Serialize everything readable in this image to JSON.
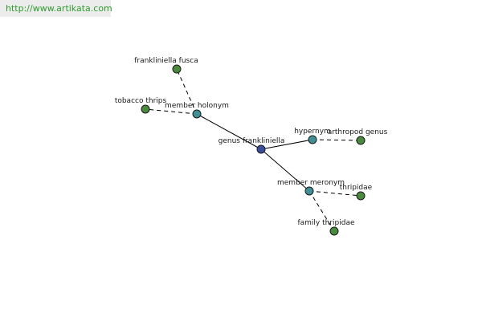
{
  "source_url": "http://www.artikata.com",
  "colors": {
    "center_node": "#3b4d9e",
    "relation_node": "#3f8f95",
    "term_node": "#4a8a3e",
    "banner_text": "#2e9a2e"
  },
  "graph": {
    "nodes": [
      {
        "id": "genus-frankliniella",
        "label": "genus frankliniella",
        "kind": "center"
      },
      {
        "id": "member-holonym",
        "label": "member holonym",
        "kind": "relation"
      },
      {
        "id": "hypernym",
        "label": "hypernym",
        "kind": "relation"
      },
      {
        "id": "member-meronym",
        "label": "member meronym",
        "kind": "relation"
      },
      {
        "id": "frankliniella-fusca",
        "label": "frankliniella fusca",
        "kind": "term"
      },
      {
        "id": "tobacco-thrips",
        "label": "tobacco thrips",
        "kind": "term"
      },
      {
        "id": "arthropod-genus",
        "label": "arthropod genus",
        "kind": "term"
      },
      {
        "id": "thripidae",
        "label": "thripidae",
        "kind": "term"
      },
      {
        "id": "family-thripidae",
        "label": "family thripidae",
        "kind": "term"
      }
    ],
    "edges": [
      {
        "from": "genus-frankliniella",
        "to": "member-holonym",
        "style": "solid"
      },
      {
        "from": "genus-frankliniella",
        "to": "hypernym",
        "style": "solid"
      },
      {
        "from": "genus-frankliniella",
        "to": "member-meronym",
        "style": "solid"
      },
      {
        "from": "member-holonym",
        "to": "frankliniella-fusca",
        "style": "dashed"
      },
      {
        "from": "member-holonym",
        "to": "tobacco-thrips",
        "style": "dashed"
      },
      {
        "from": "hypernym",
        "to": "arthropod-genus",
        "style": "dashed"
      },
      {
        "from": "member-meronym",
        "to": "thripidae",
        "style": "dashed"
      },
      {
        "from": "member-meronym",
        "to": "family-thripidae",
        "style": "dashed"
      }
    ]
  }
}
